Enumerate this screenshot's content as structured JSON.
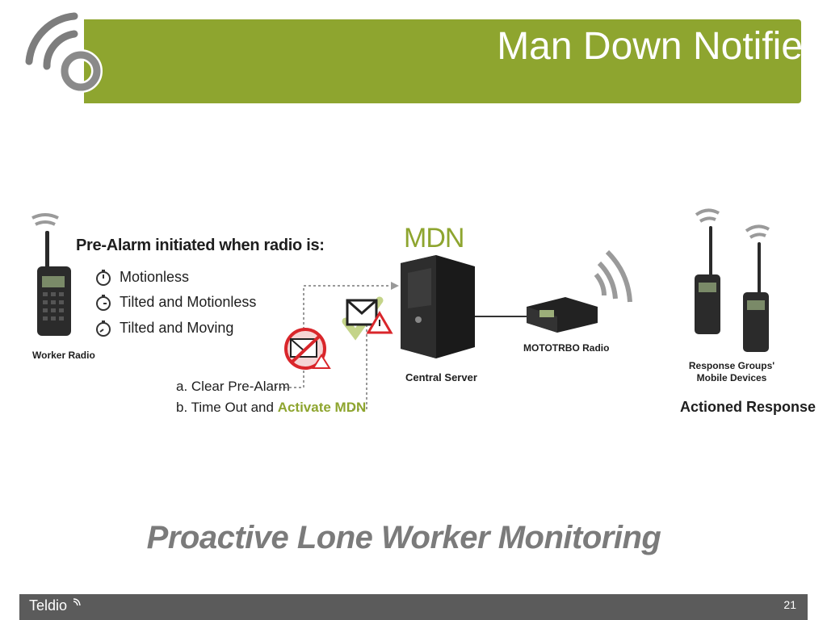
{
  "slide": {
    "title": "Man Down Notifier",
    "tagline": "Proactive Lone Worker Monitoring",
    "page_number": "21",
    "brand": "Teldio"
  },
  "diagram": {
    "prealarm_heading": "Pre-Alarm initiated when radio is:",
    "conditions": [
      "Motionless",
      "Tilted and Motionless",
      "Tilted and Moving"
    ],
    "worker_label": "Worker Radio",
    "option_a": "a. Clear Pre-Alarm",
    "option_b_prefix": "b. Time Out and ",
    "option_b_highlight": "Activate MDN",
    "server_logo": "MDN",
    "server_label": "Central Server",
    "radio_label": "MOTOTRBO Radio",
    "devices_label": "Response Groups' Mobile Devices",
    "actioned_label": "Actioned Response"
  },
  "colors": {
    "accent": "#8ea52f",
    "footer": "#5b5b5b",
    "tagline": "#7b7b7b",
    "alert_red": "#d9262b"
  },
  "icons": [
    "wifi-arcs-logo",
    "walkie-talkie-icon",
    "stopwatch-icon",
    "envelope-icon",
    "warning-icon",
    "tower-pc-icon",
    "mobile-radio-icon",
    "signal-arcs-icon"
  ]
}
